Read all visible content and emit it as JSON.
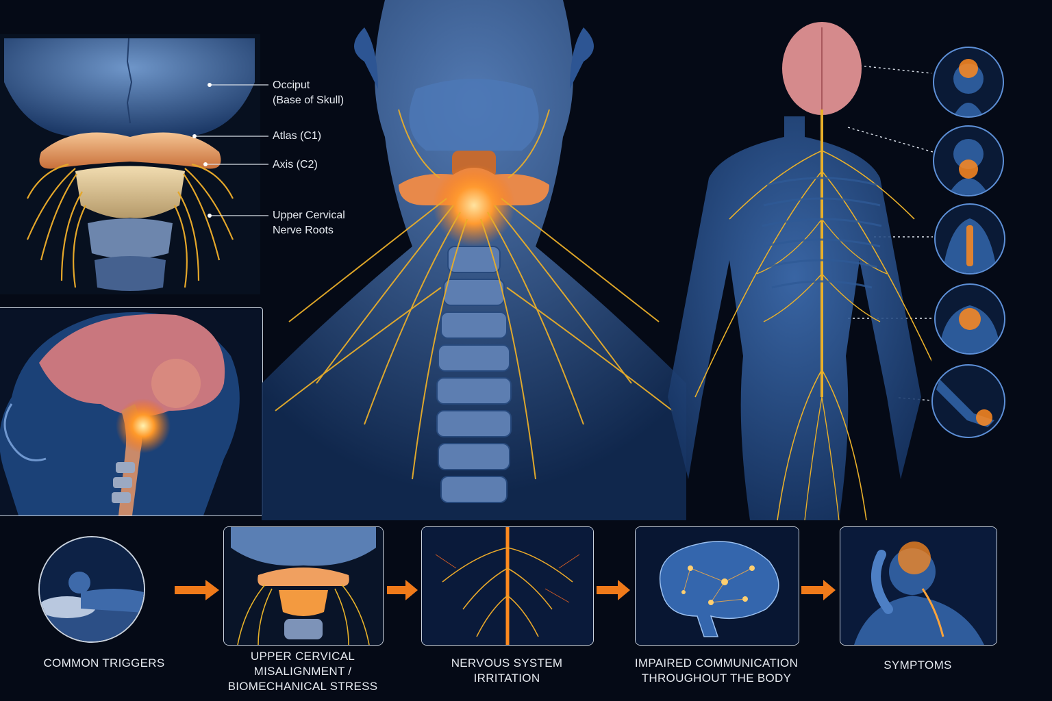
{
  "anatomy_labels": {
    "occiput": "Occiput\n(Base of Skull)",
    "atlas": "Atlas (C1)",
    "axis": "Axis (C2)",
    "nerve_roots": "Upper Cervical\nNerve Roots"
  },
  "flow_steps": [
    {
      "label": "COMMON TRIGGERS",
      "icon": "sleeping-person-icon"
    },
    {
      "label": "UPPER CERVICAL\nMISALIGNMENT /\nBIOMECHANICAL STRESS",
      "icon": "cervical-vertebrae-icon"
    },
    {
      "label": "NERVOUS SYSTEM\nIRRITATION",
      "icon": "spinal-nerves-icon"
    },
    {
      "label": "IMPAIRED COMMUNICATION\nTHROUGHOUT THE BODY",
      "icon": "brain-network-icon"
    },
    {
      "label": "SYMPTOMS",
      "icon": "head-pain-icon"
    }
  ],
  "symptom_regions": [
    "head",
    "neck",
    "upper-back",
    "shoulders",
    "arm-hand"
  ],
  "colors": {
    "background": "#050a16",
    "anatomy_blue": "#2f5d9e",
    "bone": "#e9b27a",
    "nerve": "#e7b22a",
    "glow": "#ff8a1e",
    "arrow": "#f07a1a"
  }
}
